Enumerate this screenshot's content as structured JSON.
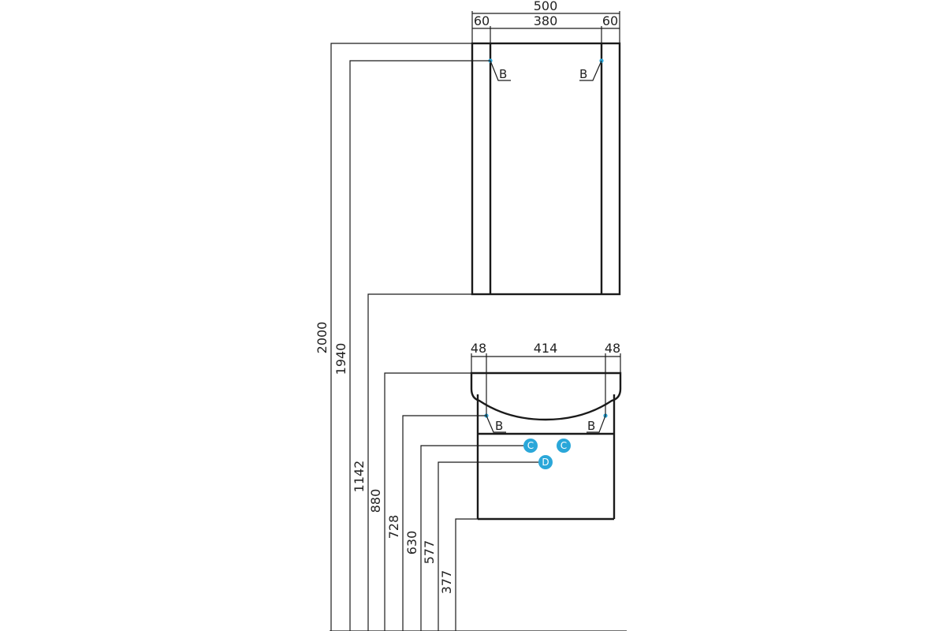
{
  "colors": {
    "line": "#1a1a1a",
    "text": "#222222",
    "marker": "#2aa7d9",
    "background": "#ffffff"
  },
  "upper_cabinet": {
    "total_width": "500",
    "left_side": "60",
    "inner_width": "380",
    "right_side": "60",
    "hinge_left": "B",
    "hinge_right": "B"
  },
  "lower_cabinet": {
    "left_side": "48",
    "inner_width": "414",
    "right_side": "48",
    "hinge_left": "B",
    "hinge_right": "B"
  },
  "heights": {
    "h_2000": "2000",
    "h_1940": "1940",
    "h_1142": "1142",
    "h_880": "880",
    "h_728": "728",
    "h_630": "630",
    "h_577": "577",
    "h_377": "377"
  },
  "markers": {
    "c1": "C",
    "c2": "C",
    "d": "D"
  }
}
